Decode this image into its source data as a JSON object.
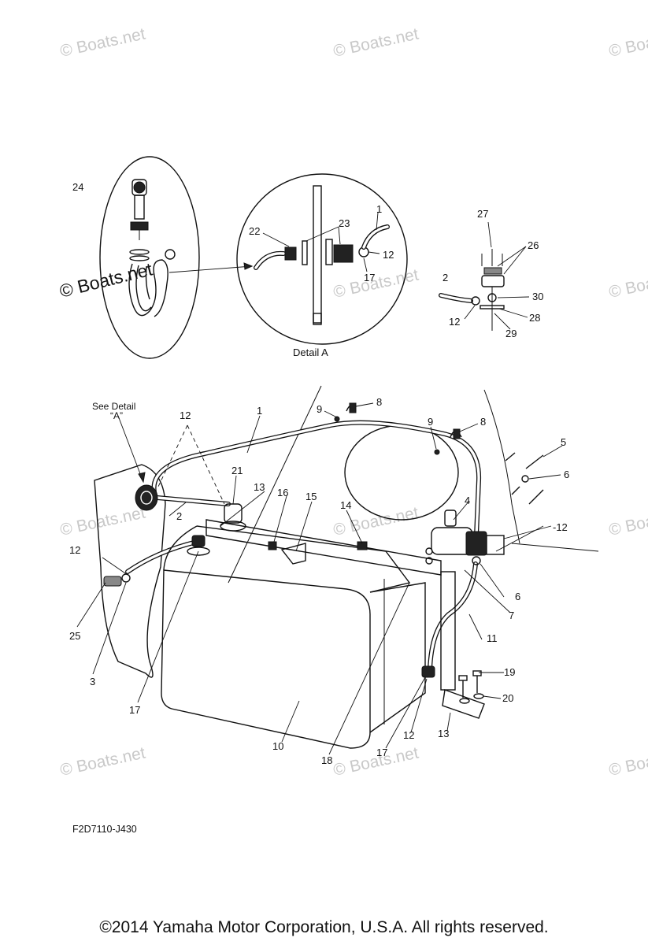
{
  "watermark": "© Boats.net",
  "detail_title": "Detail A",
  "callout": {
    "see_detail_line1": "See Detail",
    "see_detail_line2": "“A”"
  },
  "drawing_code": "F2D7110-J430",
  "copyright": "©2014 Yamaha Motor Corporation, U.S.A. All rights reserved.",
  "part_labels": {
    "p1_detail": "1",
    "p1_main": "1",
    "p2_valve": "2",
    "p2_main": "2",
    "p3": "3",
    "p4": "4",
    "p5": "5",
    "p6_top": "6",
    "p6_bottom": "6",
    "p7": "7",
    "p8_left": "8",
    "p8_right": "8",
    "p9_left": "9",
    "p9_right": "9",
    "p10": "10",
    "p11": "11",
    "p12_detail": "12",
    "p12_valve": "12",
    "p12_top": "12",
    "p12_left": "12",
    "p12_pump": "-12",
    "p12_bottom": "12",
    "p13_top": "13",
    "p13_bottom": "13",
    "p14": "14",
    "p15": "15",
    "p16": "16",
    "p17_detail": "17",
    "p17_left": "17",
    "p17_bottom": "17",
    "p18": "18",
    "p19": "19",
    "p20": "20",
    "p21": "21",
    "p22": "22",
    "p23": "23",
    "p24": "24",
    "p25": "25",
    "p26": "26",
    "p27": "27",
    "p28": "28",
    "p29": "29",
    "p30": "30"
  }
}
